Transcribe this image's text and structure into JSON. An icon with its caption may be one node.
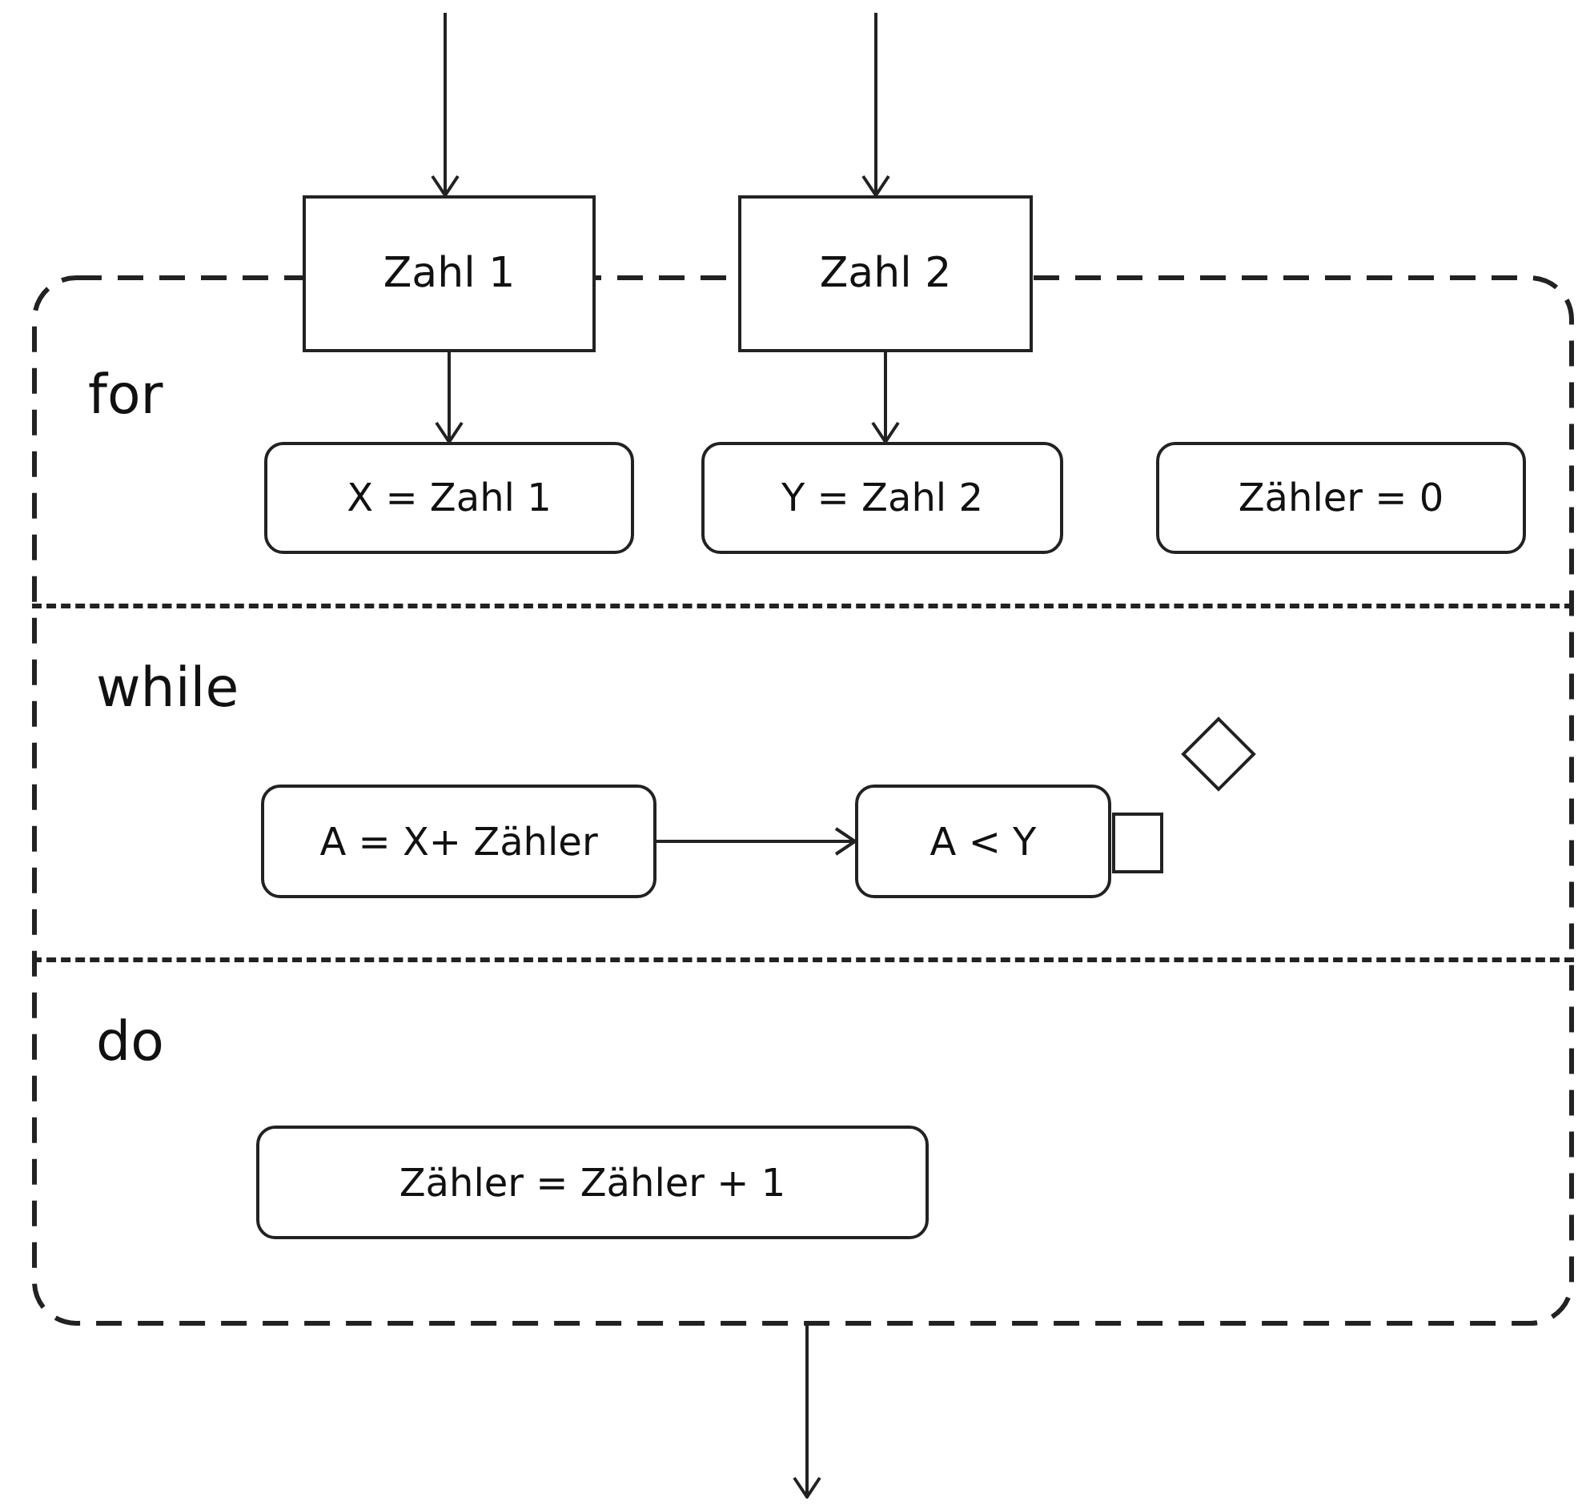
{
  "diagram": {
    "nodes": [
      {
        "text": [],
        "shape": "box"
      },
      {
        "text": [
          "for"
        ],
        "in": 0
      },
      {
        "text": [
          "while"
        ],
        "in": 0
      },
      {
        "text": [
          "do"
        ],
        "in": 0
      },
      {
        "text": [
          "Zahl 1"
        ]
      },
      {
        "text": [
          "Zahl 2"
        ]
      },
      {
        "text": [
          "X = Zahl 1"
        ],
        "in": 1
      },
      {
        "text": [
          "Y = Zahl 2"
        ],
        "in": 1
      },
      {
        "text": [
          "Zähler = 0"
        ],
        "in": 1
      },
      {
        "text": [
          "A = X+ Zähler"
        ],
        "in": 2
      },
      {
        "text": [
          "A < Y"
        ],
        "in": 2
      },
      {
        "text": [],
        "shape": "box",
        "in": 2
      },
      {
        "text": [],
        "shape": "diamond",
        "in": 2
      },
      {
        "text": [
          "Zähler = Zähler + 1"
        ],
        "in": 3
      }
    ],
    "edges": [
      {
        "from": null,
        "to": 4,
        "arrow": "to"
      },
      {
        "from": null,
        "to": 5,
        "arrow": "to"
      },
      {
        "from": 4,
        "to": 6,
        "arrow": "to"
      },
      {
        "from": 5,
        "to": 7,
        "arrow": "to"
      },
      {
        "from": 9,
        "to": 10,
        "arrow": "to"
      },
      {
        "from": 0,
        "to": null,
        "arrow": "to"
      }
    ]
  }
}
